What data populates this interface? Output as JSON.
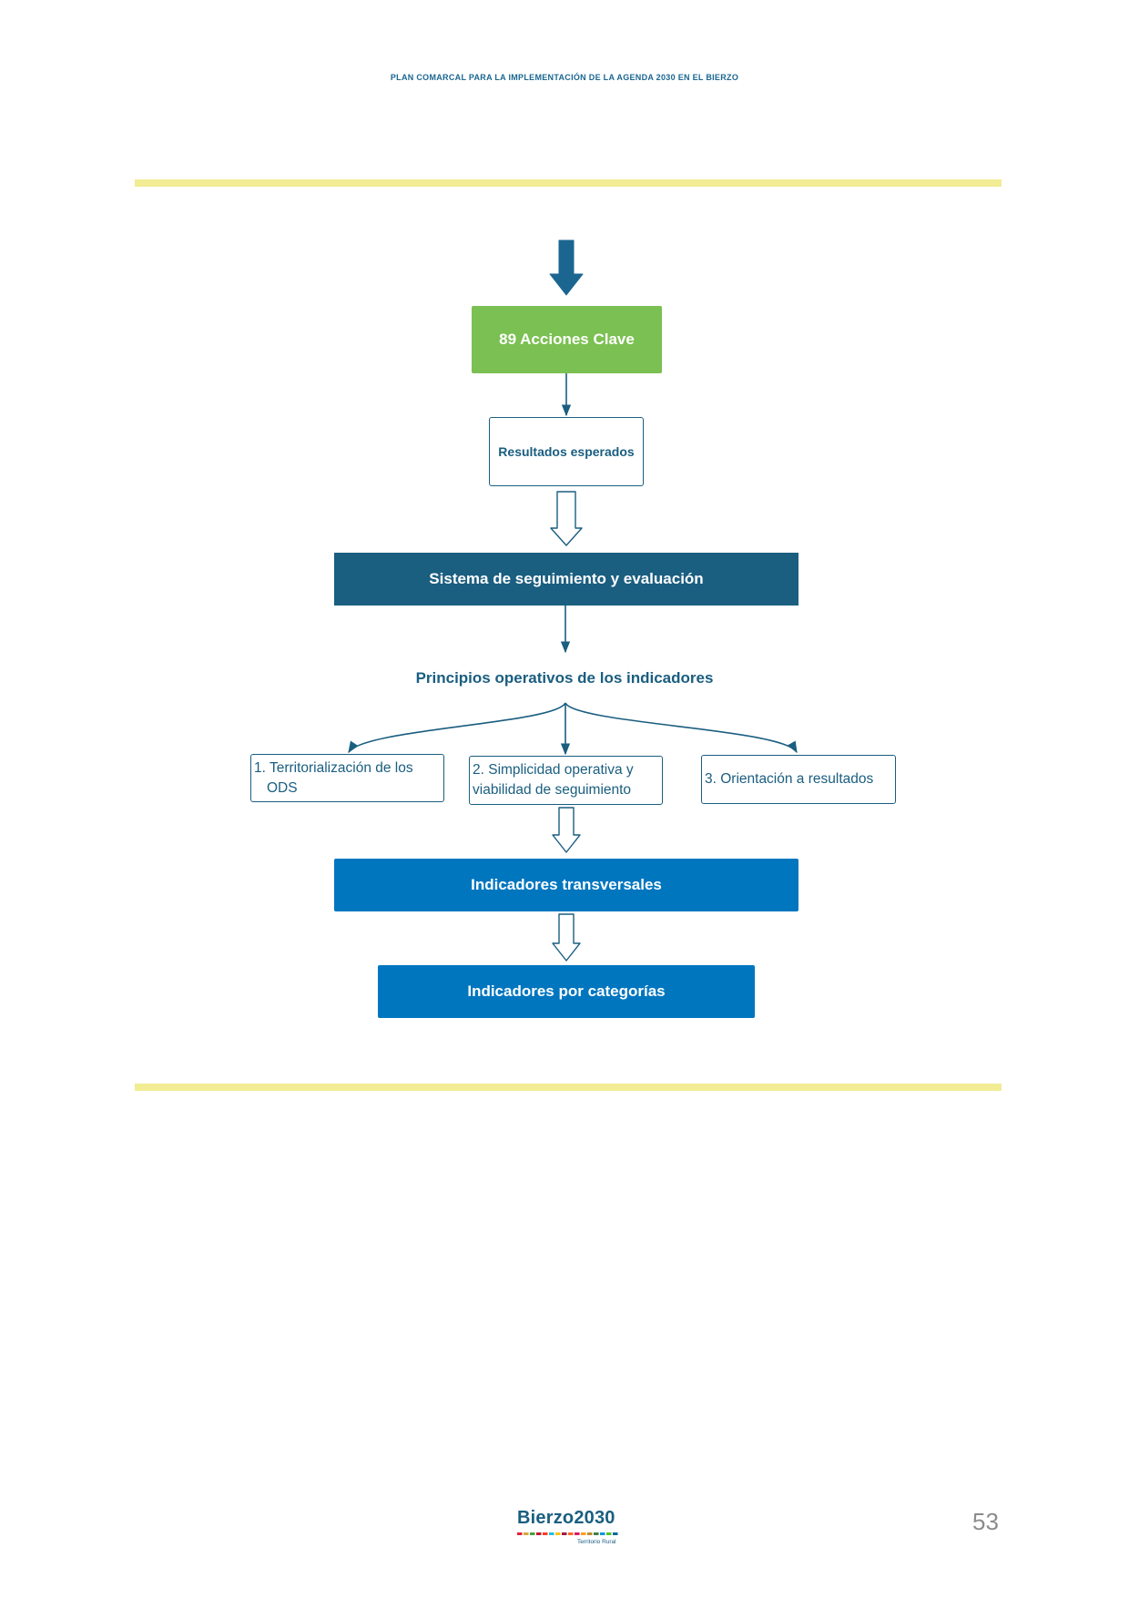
{
  "header": {
    "title": "PLAN COMARCAL PARA LA IMPLEMENTACIÓN DE LA AGENDA 2030 EN EL BIERZO"
  },
  "colors": {
    "green": "#7bc052",
    "dark_blue": "#1a5e80",
    "blue": "#0076bf",
    "rule_yellow": "#f2ec94",
    "page_number_gray": "#8c8c8c"
  },
  "diagram": {
    "nodes": {
      "acciones": "89 Acciones Clave",
      "resultados": "Resultados esperados",
      "sistema": "Sistema de seguimiento y evaluación",
      "principios": "Principios operativos de los indicadores",
      "p1": "1. Territorialización de los ODS",
      "p2": "2. Simplicidad operativa y viabilidad de seguimiento",
      "p3": "3. Orientación a resultados",
      "transversales": "Indicadores transversales",
      "categorias": "Indicadores por categorías"
    },
    "edges": [
      {
        "from": "entrada",
        "to": "acciones",
        "style": "thick-filled-arrow"
      },
      {
        "from": "acciones",
        "to": "resultados",
        "style": "line-arrow"
      },
      {
        "from": "resultados",
        "to": "sistema",
        "style": "hollow-block-arrow"
      },
      {
        "from": "sistema",
        "to": "principios",
        "style": "line-arrow"
      },
      {
        "from": "principios",
        "to": "p1",
        "style": "curved-arrow"
      },
      {
        "from": "principios",
        "to": "p2",
        "style": "line-arrow"
      },
      {
        "from": "principios",
        "to": "p3",
        "style": "curved-arrow"
      },
      {
        "from": "p2",
        "to": "transversales",
        "style": "hollow-block-arrow"
      },
      {
        "from": "transversales",
        "to": "categorias",
        "style": "hollow-block-arrow"
      }
    ]
  },
  "footer": {
    "logo_text": "Bierzo2030",
    "logo_subtitle": "Territorio Rural",
    "logo_bar_colors": [
      "#e5243b",
      "#dda63a",
      "#4c9f38",
      "#c5192d",
      "#ff3a21",
      "#26bde2",
      "#fcc30b",
      "#a21942",
      "#fd6925",
      "#dd1367",
      "#fd9d24",
      "#bf8b2e",
      "#3f7e44",
      "#0a97d9",
      "#56c02b",
      "#00689d"
    ],
    "page_number": "53"
  }
}
